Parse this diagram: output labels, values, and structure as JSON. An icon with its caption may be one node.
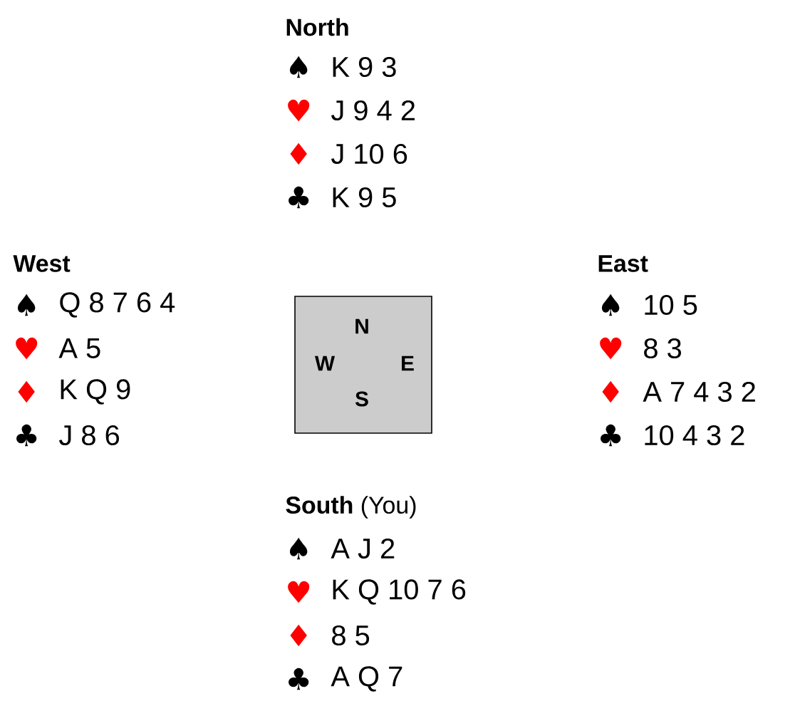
{
  "diagram": {
    "nodes": [
      {
        "text": [
          "N",
          "W",
          "E",
          "S"
        ]
      }
    ],
    "labels": [
      "North",
      "♠",
      "K 9 3",
      "♥",
      "J 9 4 2",
      "♦",
      "J 10 6",
      "♣",
      "K 9 5",
      "West",
      "♠",
      "Q 8 7 6 4",
      "♥",
      "A 5",
      "♦",
      "K Q 9",
      "♣",
      "J 8 6",
      "East",
      "♠",
      "10 5",
      "♥",
      "8 3",
      "♦",
      "A 7 4 3 2",
      "♣",
      "10 4 3 2",
      "**South** (You)",
      "♠",
      "A J 2",
      "♥",
      "K Q 10 7 6",
      "♦",
      "8 5",
      "♣",
      "A Q 7"
    ]
  }
}
